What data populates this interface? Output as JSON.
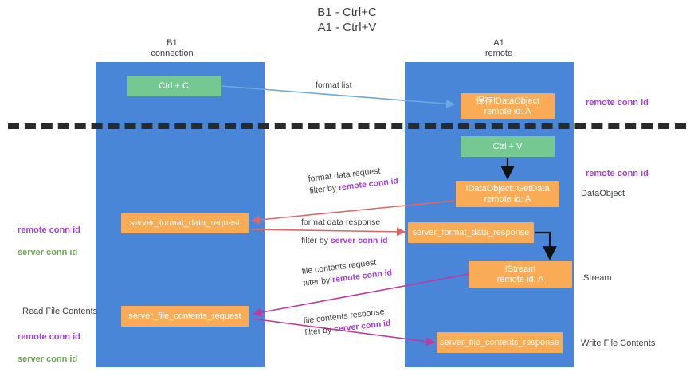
{
  "title": "B1 - Ctrl+C\nA1 - Ctrl+V",
  "columns": {
    "left": "B1\nconnection",
    "right": "A1\nremote"
  },
  "colors": {
    "lane": "#4a86d8",
    "box_orange": "#f9ab55",
    "box_green": "#76c893",
    "remote_conn_id": "#a33fd6",
    "server_conn_id": "#6aa84f",
    "arrow_blue": "#6fa8dc",
    "arrow_red": "#e06666",
    "arrow_magenta": "#c0399f",
    "arrow_black": "#000000",
    "separator": "#2a2a2a"
  },
  "boxes": {
    "ctrl_c": "Ctrl + C",
    "save_dataobject": "保存IDataObject\nremote id: A",
    "ctrl_v": "Ctrl + V",
    "getdata": "IDataObject::GetData\nremote id: A",
    "server_format_data_request": "server_format_data_request",
    "server_format_data_response": "server_format_data_response",
    "istream": "IStream\nremote id: A",
    "server_file_contents_request": "server_file_contents_request",
    "server_file_contents_response": "server_file_contents_response"
  },
  "edges": {
    "format_list": "format list",
    "format_data_request": "format data request",
    "format_data_request_filter_prefix": "filter by ",
    "format_data_request_filter_key": "remote conn id",
    "format_data_response": "format data response",
    "format_data_response_filter_prefix": "filter by ",
    "format_data_response_filter_key": "server conn id",
    "file_contents_request": "file contents request",
    "file_contents_request_filter_prefix": "filter by ",
    "file_contents_request_filter_key": "remote conn id",
    "file_contents_response": "file contents response",
    "file_contents_response_filter_prefix": "filter by ",
    "file_contents_response_filter_key": "server conn id"
  },
  "annotations": {
    "right_remote_conn_id_top": "remote conn id",
    "right_remote_conn_id_mid": "remote conn id",
    "right_dataobject": "DataObject",
    "right_istream": "IStream",
    "right_write_file_contents": "Write File Contents",
    "left_remote_conn_id_1": "remote conn id",
    "left_server_conn_id_1": "server conn id",
    "left_read_file_contents": "Read File Contents",
    "left_remote_conn_id_2": "remote conn id",
    "left_server_conn_id_2": "server conn id"
  }
}
